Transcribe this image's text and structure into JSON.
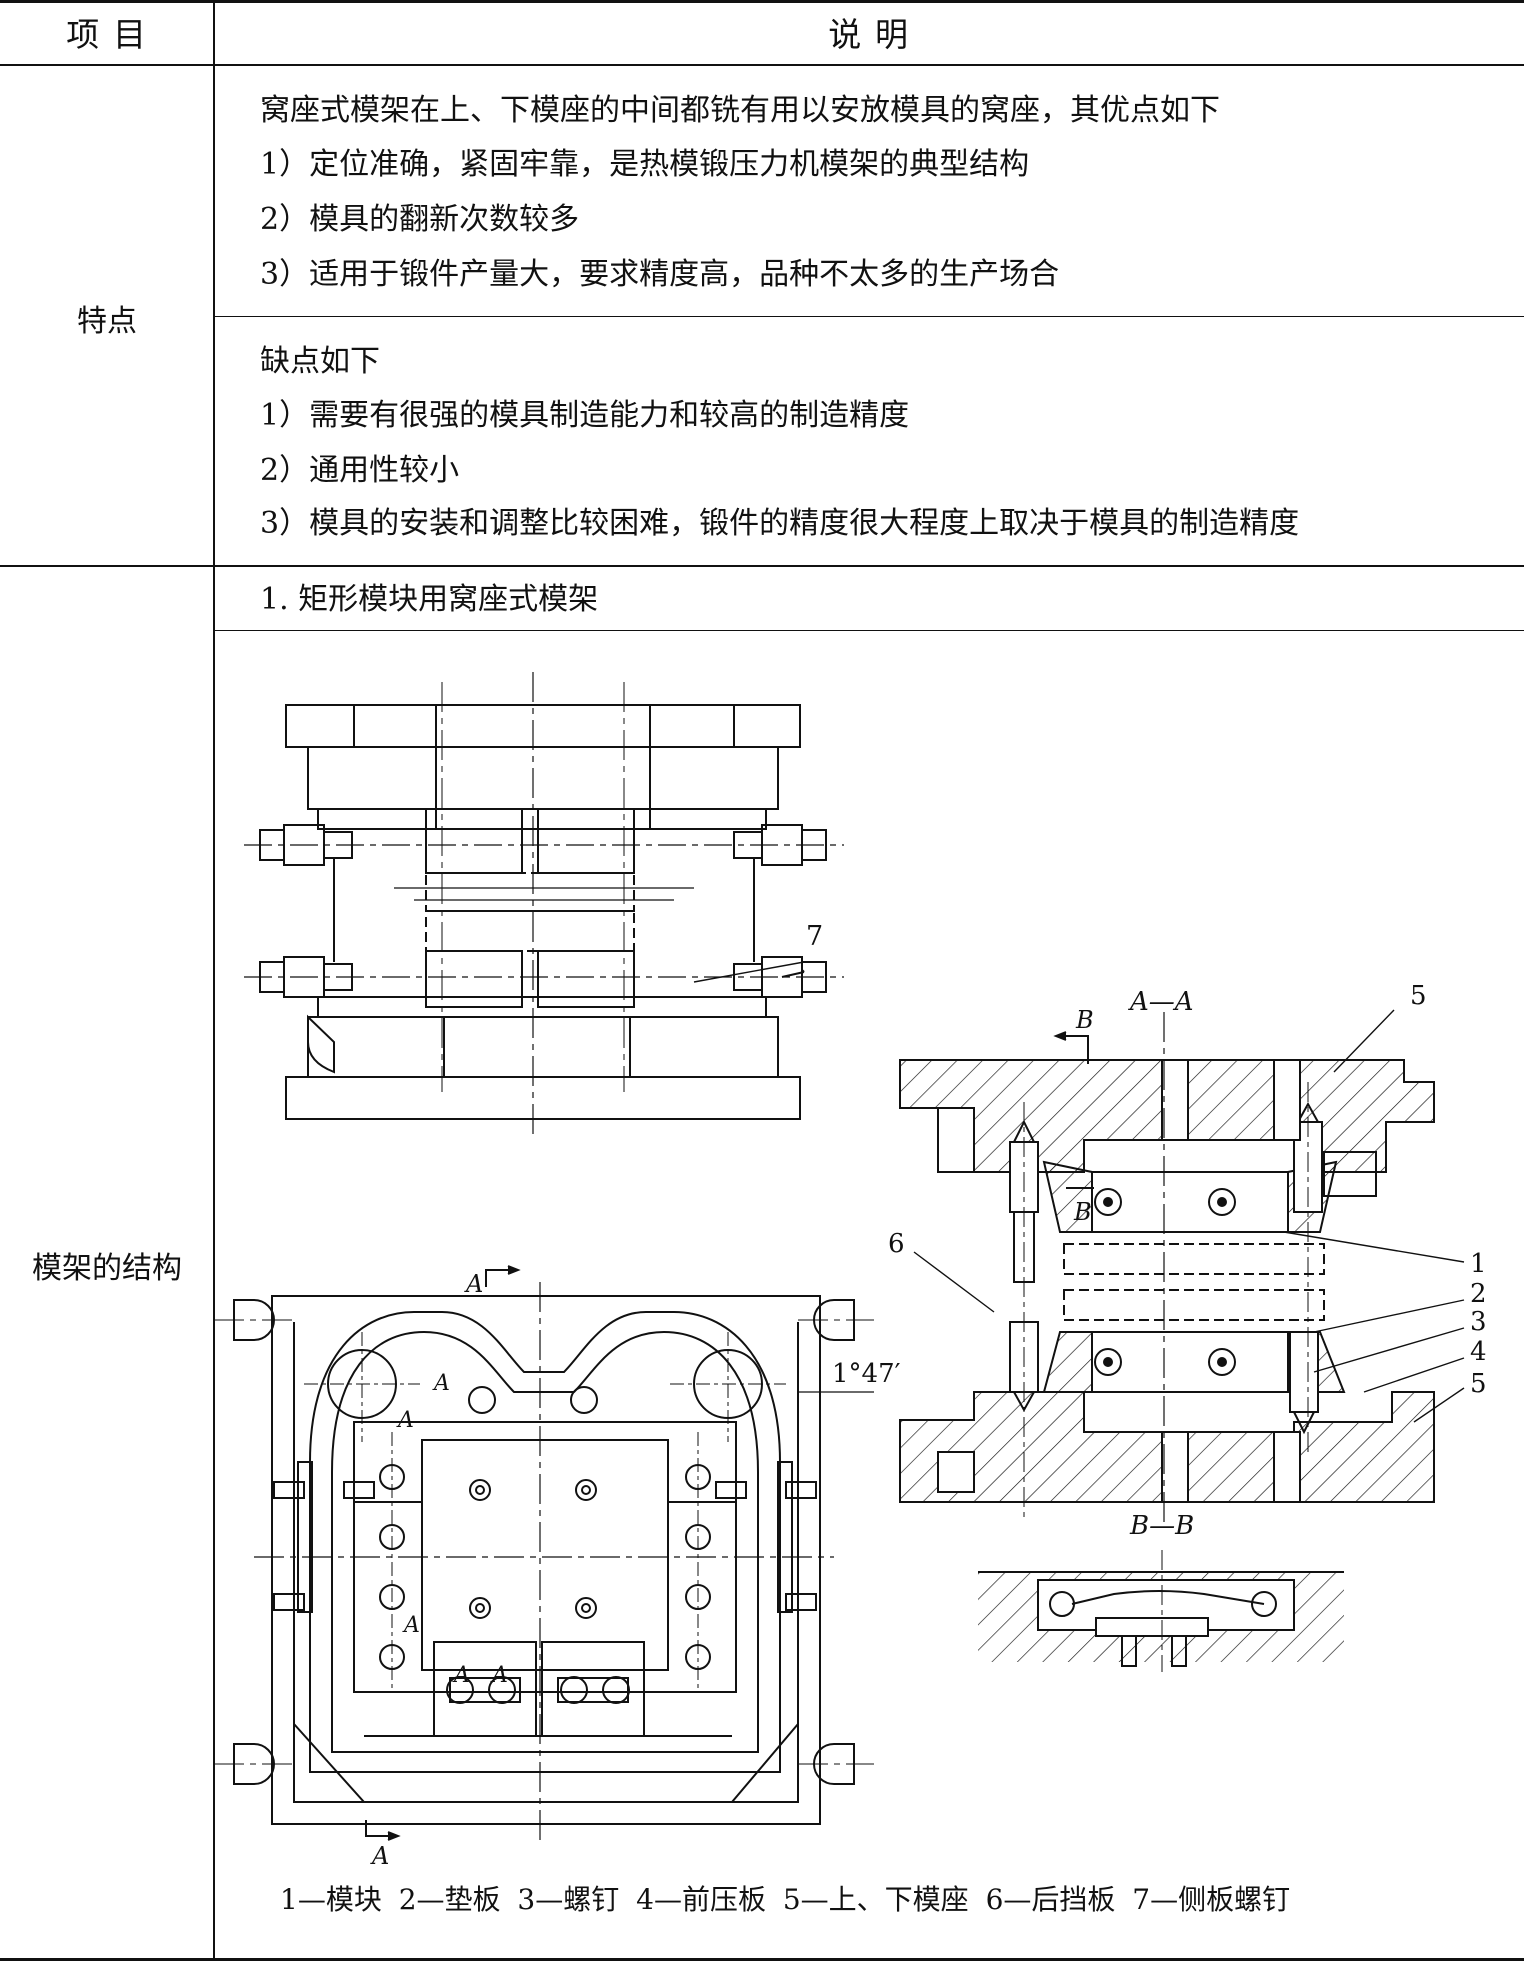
{
  "table": {
    "header": {
      "col1": "项    目",
      "col2": "说        明"
    },
    "rows": [
      {
        "label": "特点",
        "advantages": {
          "intro": "窝座式模架在上、下模座的中间都铣有用以安放模具的窝座，其优点如下",
          "items": [
            "1）定位准确，紧固牢靠，是热模锻压力机模架的典型结构",
            "2）模具的翻新次数较多",
            "3）适用于锻件产量大，要求精度高，品种不太多的生产场合"
          ]
        },
        "disadvantages": {
          "intro": "缺点如下",
          "items": [
            "1）需要有很强的模具制造能力和较高的制造精度",
            "2）通用性较小",
            "3）模具的安装和调整比较困难，锻件的精度很大程度上取决于模具的制造精度"
          ]
        }
      },
      {
        "label": "模架的结构",
        "subtitle": "1. 矩形模块用窝座式模架",
        "figure": {
          "callouts": [
            "1",
            "2",
            "3",
            "4",
            "5",
            "5",
            "6",
            "7"
          ],
          "section_aa": "A—A",
          "section_bb": "B—B",
          "section_marks": [
            "A",
            "B"
          ],
          "angle": "1°47′",
          "caption": "1—模块  2—垫板  3—螺钉  4—前压板  5—上、下模座  6—后挡板  7—侧板螺钉"
        }
      }
    ]
  }
}
